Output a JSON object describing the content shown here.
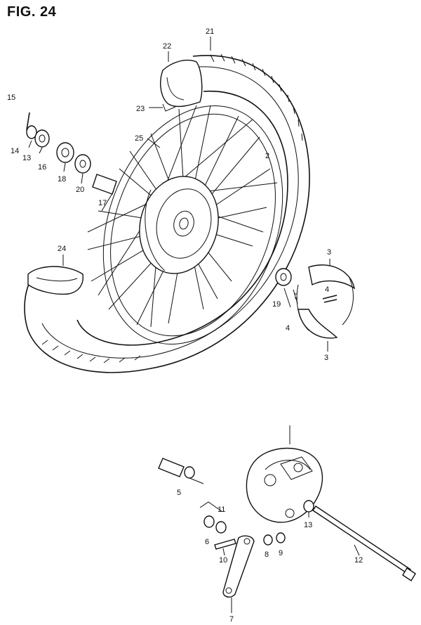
{
  "figure": {
    "title": "FIG. 24"
  },
  "parts": [
    {
      "id": "p1",
      "number": "2"
    },
    {
      "id": "p2",
      "number": "3"
    },
    {
      "id": "p3",
      "number": "3"
    },
    {
      "id": "p4",
      "number": "4"
    },
    {
      "id": "p5",
      "number": "4"
    },
    {
      "id": "p6",
      "number": "5"
    },
    {
      "id": "p7",
      "number": "6"
    },
    {
      "id": "p8",
      "number": "7"
    },
    {
      "id": "p9",
      "number": "8"
    },
    {
      "id": "p10",
      "number": "9"
    },
    {
      "id": "p11",
      "number": "10"
    },
    {
      "id": "p12",
      "number": "11"
    },
    {
      "id": "p13",
      "number": "12"
    },
    {
      "id": "p14",
      "number": "13"
    },
    {
      "id": "p15",
      "number": "13"
    },
    {
      "id": "p16",
      "number": "14"
    },
    {
      "id": "p17",
      "number": "15"
    },
    {
      "id": "p18",
      "number": "16"
    },
    {
      "id": "p19",
      "number": "17"
    },
    {
      "id": "p20",
      "number": "18"
    },
    {
      "id": "p21",
      "number": "19"
    },
    {
      "id": "p22",
      "number": "20"
    },
    {
      "id": "p23",
      "number": "21"
    },
    {
      "id": "p24",
      "number": "22"
    },
    {
      "id": "p25",
      "number": "23"
    },
    {
      "id": "p26",
      "number": "24"
    },
    {
      "id": "p27",
      "number": "25"
    }
  ]
}
